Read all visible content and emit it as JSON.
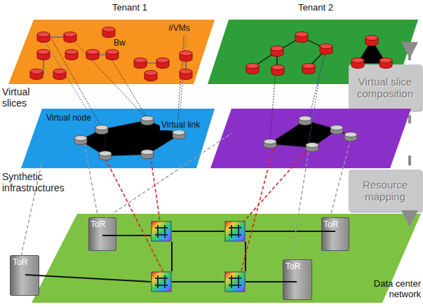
{
  "diagram": {
    "nodes": [
      {
        "text": [
          "Tenant 1",
          "Bw",
          "#VMs"
        ]
      },
      {
        "text": [
          "Tenant 2"
        ]
      },
      {
        "text": [
          "Virtual slice composition"
        ]
      },
      {
        "text": [
          "Virtual node",
          "Virtual link"
        ]
      },
      {
        "text": [
          "Resource mapping"
        ]
      },
      {
        "text": [
          "Data center network"
        ]
      },
      {
        "text": [
          "ToR"
        ],
        "in": 5
      },
      {
        "text": [
          "ToR"
        ],
        "in": 5
      },
      {
        "text": [
          "ToR"
        ],
        "in": 5
      },
      {
        "text": [
          "ToR"
        ],
        "in": 5
      }
    ],
    "labels": [
      "Virtual slices",
      "Synthetic infrastructures"
    ]
  }
}
